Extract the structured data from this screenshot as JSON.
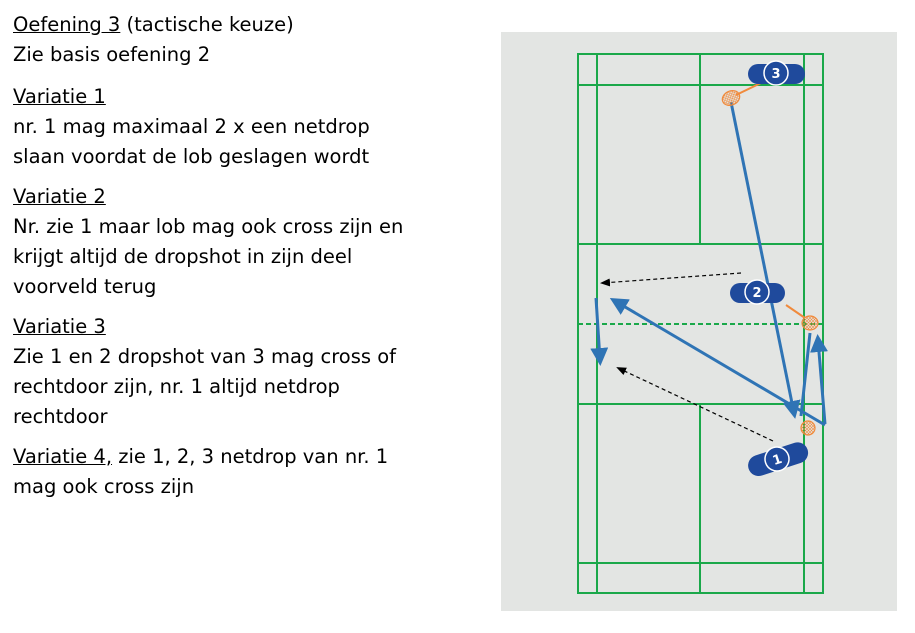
{
  "title": {
    "label": "Oefening 3",
    "suffix": " (tactische keuze)"
  },
  "intro": "Zie basis oefening 2",
  "variations": [
    {
      "heading": "Variatie 1",
      "lines": [
        "nr. 1 mag maximaal 2 x een netdrop",
        "slaan voordat de lob geslagen wordt"
      ]
    },
    {
      "heading": "Variatie 2",
      "lines": [
        "Nr. zie 1 maar lob mag ook cross zijn en",
        "krijgt altijd de dropshot in zijn deel",
        "voorveld terug"
      ]
    },
    {
      "heading": "Variatie 3",
      "lines": [
        "Zie 1 en 2 dropshot van 3 mag cross of",
        "rechtdoor zijn, nr. 1 altijd netdrop",
        "rechtdoor"
      ]
    },
    {
      "heading": "Variatie 4,",
      "inline": " zie 1, 2, 3 netdrop van nr. 1",
      "lines": [
        "mag ook cross zijn"
      ]
    }
  ],
  "players": [
    "3",
    "2",
    "1"
  ],
  "colors": {
    "court": "#1aa84a",
    "player": "#1f4a9c",
    "shot": "#2f74b5",
    "racket": "#f08a3c",
    "background": "#e3e5e3"
  }
}
